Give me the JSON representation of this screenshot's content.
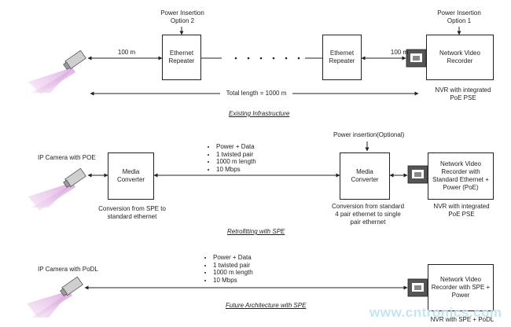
{
  "section1": {
    "power_option2": "Power Insertion\nOption 2",
    "power_option1": "Power Insertion\nOption 1",
    "repeater_left": "Ethernet\nRepeater",
    "repeater_right": "Ethernet\nRepeater",
    "nvr": "Network Video\nRecorder",
    "dist_left": "100 m",
    "dist_right": "100 m",
    "total_length": "Total length = 1000 m",
    "nvr_caption": "NVR with integrated\nPoE PSE",
    "caption": "Existing Infrastructure"
  },
  "section2": {
    "camera_label": "IP Camera with POE",
    "media_converter_left": "Media\nConverter",
    "media_converter_right": "Media\nConverter",
    "bullets": [
      "Power + Data",
      "1 twisted pair",
      "1000 m length",
      "10 Mbps"
    ],
    "power_insertion": "Power insertion(Optional)",
    "nvr": "Network Video\nRecorder with\nStandard Ethernet +\nPower (PoE)",
    "conversion_left": "Conversion from SPE to\nstandard ethernet",
    "conversion_right": "Conversion from standard\n4 pair ethernet to single\npair ethernet",
    "nvr_caption": "NVR with integrated\nPoE PSE",
    "caption": "Retrofitting with SPE"
  },
  "section3": {
    "camera_label": "IP Camera with PoDL",
    "bullets": [
      "Power + Data",
      "1 twisted pair",
      "1000 m length",
      "10 Mbps"
    ],
    "nvr": "Network Video\nRecorder with SPE +\nPower",
    "nvr_caption": "NVR with SPE + PoDL",
    "caption": "Future Architecture with SPE"
  },
  "watermark": "www.cntronics.com",
  "colors": {
    "camera_beam": "#e6b8e8",
    "line": "#222222",
    "watermark": "#bfe2ee"
  }
}
